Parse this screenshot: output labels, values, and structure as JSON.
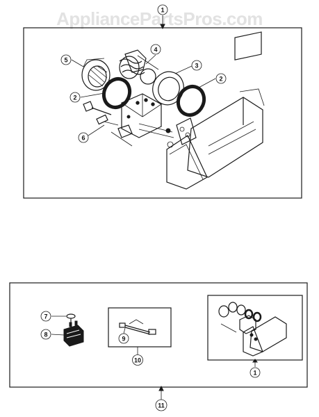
{
  "watermark": "AppliancePartsPros.com",
  "callouts": {
    "assembly_top": "1",
    "part_2_left": "2",
    "part_2_right": "2",
    "part_3": "3",
    "part_4": "4",
    "part_5": "5",
    "part_6": "6",
    "part_7": "7",
    "part_8": "8",
    "part_9": "9",
    "part_10": "10",
    "assembly_small": "1",
    "kit_11": "11"
  },
  "colors": {
    "line": "#1a1a1a",
    "watermark": "#e2e2e2"
  }
}
